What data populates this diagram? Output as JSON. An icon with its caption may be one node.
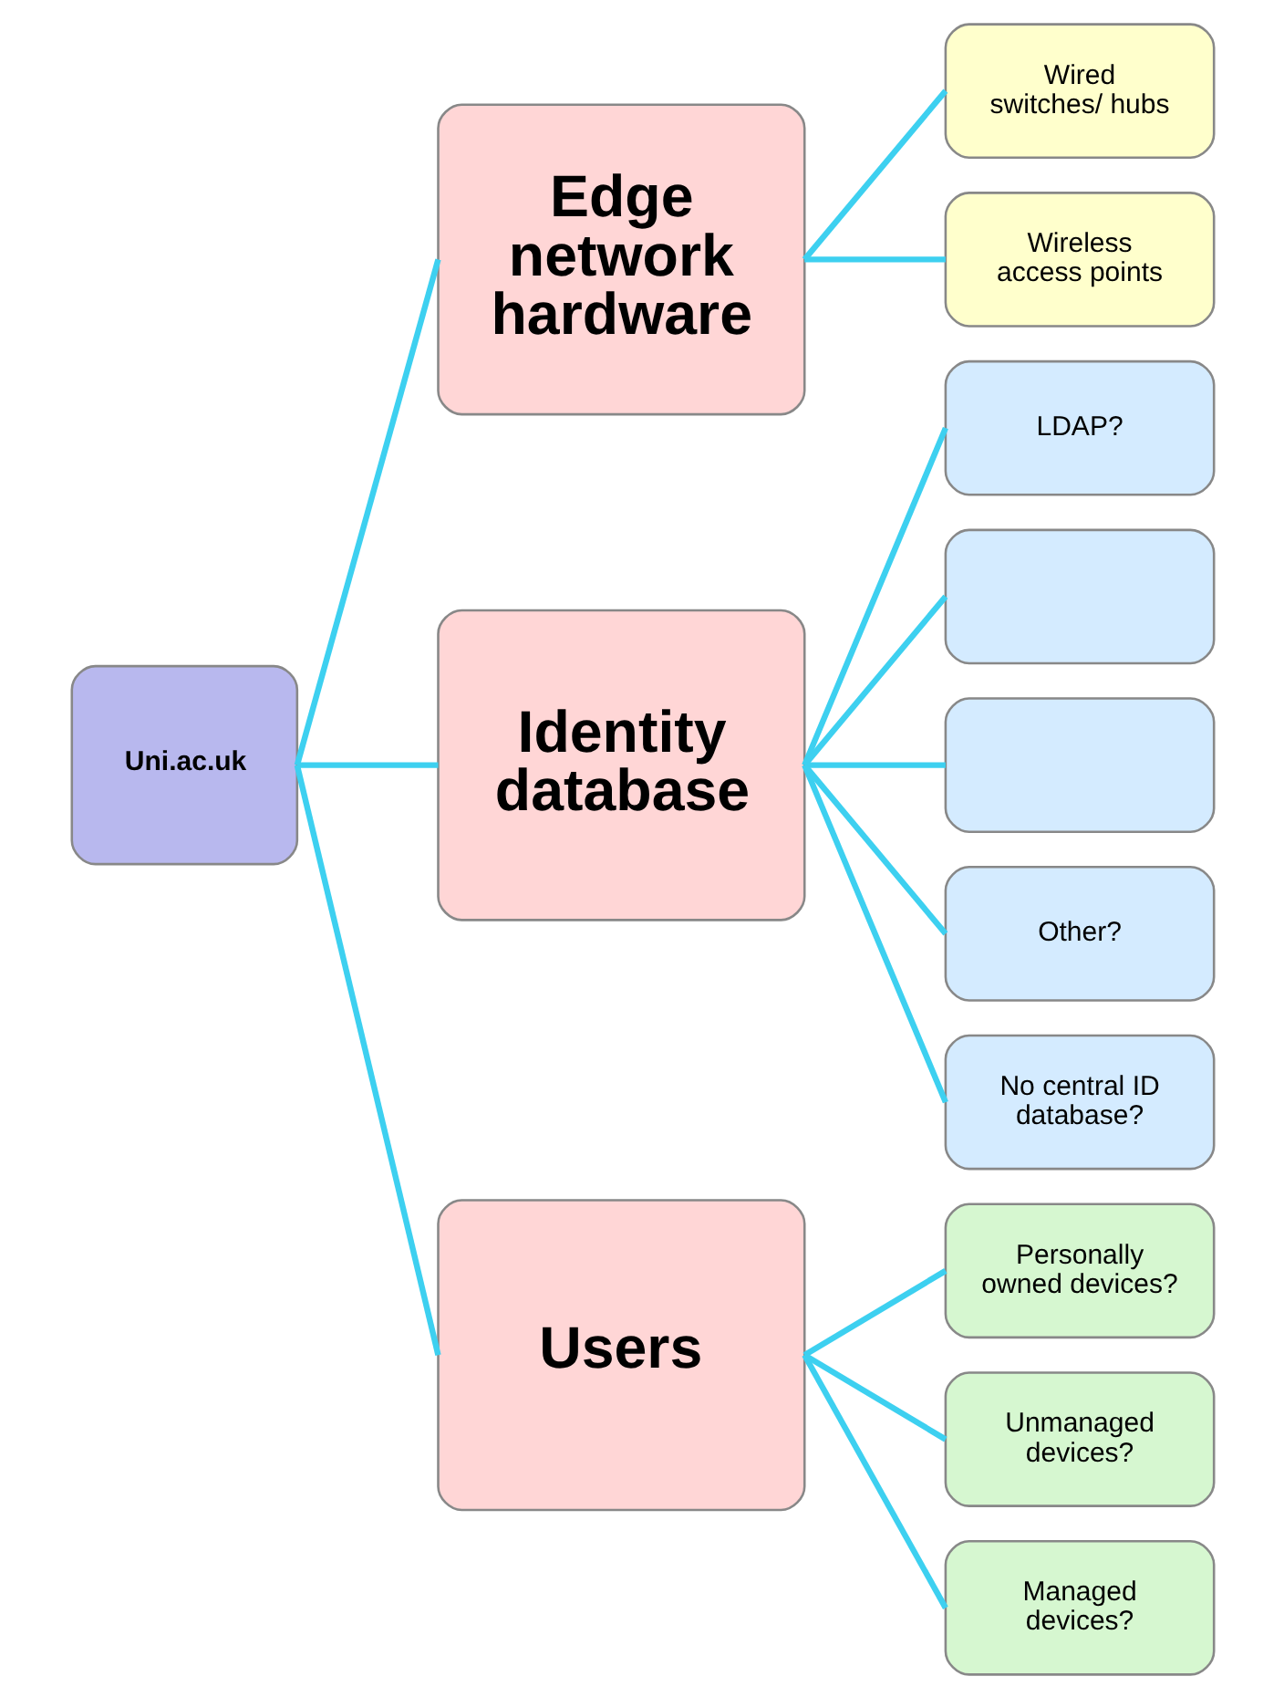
{
  "diagram": {
    "nodes": [
      {
        "text": [
          "Uni.ac.uk"
        ]
      },
      {
        "text": [
          "Edge network hardware"
        ]
      },
      {
        "text": [
          "Wired switches/ hubs"
        ]
      },
      {
        "text": [
          "Wireless access points"
        ]
      },
      {
        "text": [
          "Identity database"
        ]
      },
      {
        "text": [
          "LDAP?"
        ]
      },
      {
        "text": [],
        "shape": "box"
      },
      {
        "text": [],
        "shape": "box"
      },
      {
        "text": [
          "Other?"
        ]
      },
      {
        "text": [
          "No central ID database?"
        ]
      },
      {
        "text": [
          "Users"
        ]
      },
      {
        "text": [
          "Personally owned devices?"
        ]
      },
      {
        "text": [
          "Unmanaged devices?"
        ]
      },
      {
        "text": [
          "Managed devices?"
        ]
      }
    ],
    "edges": [
      {
        "from": 0,
        "to": 1,
        "arrow": "none"
      },
      {
        "from": 0,
        "to": 4,
        "arrow": "none"
      },
      {
        "from": 0,
        "to": 10,
        "arrow": "none"
      },
      {
        "from": 1,
        "to": 2,
        "arrow": "none"
      },
      {
        "from": 1,
        "to": 3,
        "arrow": "none"
      },
      {
        "from": 4,
        "to": 5,
        "arrow": "none"
      },
      {
        "from": 4,
        "to": 6,
        "arrow": "none"
      },
      {
        "from": 4,
        "to": 7,
        "arrow": "none"
      },
      {
        "from": 4,
        "to": 8,
        "arrow": "none"
      },
      {
        "from": 4,
        "to": 9,
        "arrow": "none"
      },
      {
        "from": 10,
        "to": 11,
        "arrow": "none"
      },
      {
        "from": 10,
        "to": 12,
        "arrow": "none"
      },
      {
        "from": 10,
        "to": 13,
        "arrow": "none"
      }
    ]
  }
}
